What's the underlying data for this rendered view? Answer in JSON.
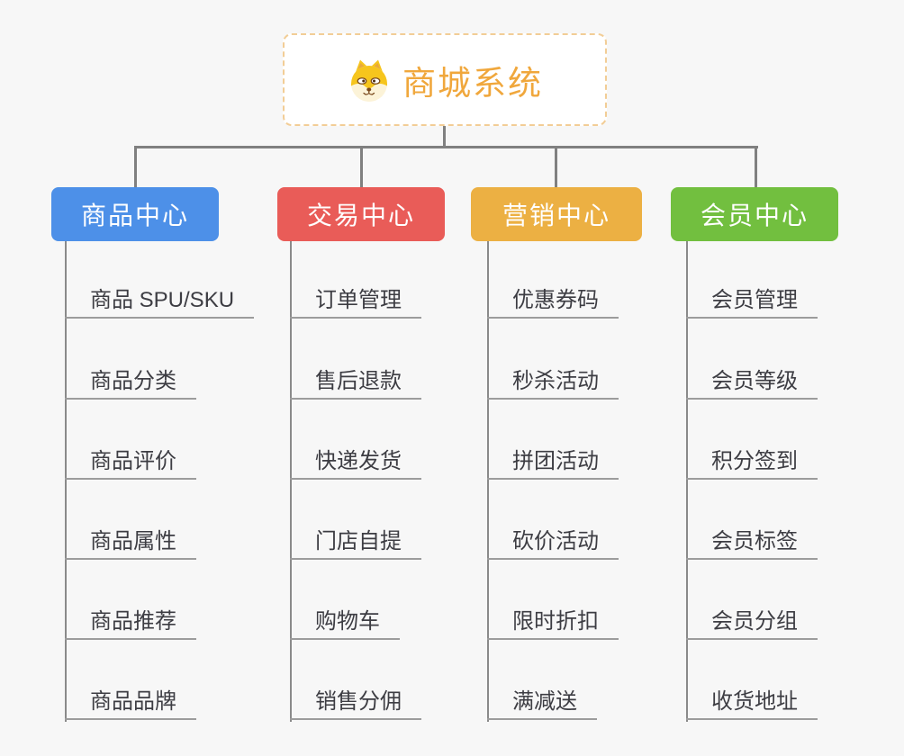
{
  "page": {
    "background_color": "#f7f7f7",
    "connector_color": "#808080"
  },
  "root": {
    "title": "商城系统",
    "icon": "dog-face-icon",
    "text_color": "#f0a73c",
    "border_color": "#f2cd96"
  },
  "branches": [
    {
      "label": "商品中心",
      "color": "#4d90e8",
      "children": [
        "商品 SPU/SKU",
        "商品分类",
        "商品评价",
        "商品属性",
        "商品推荐",
        "商品品牌"
      ]
    },
    {
      "label": "交易中心",
      "color": "#e95c58",
      "children": [
        "订单管理",
        "售后退款",
        "快递发货",
        "门店自提",
        "购物车",
        "销售分佣"
      ]
    },
    {
      "label": "营销中心",
      "color": "#ecb043",
      "children": [
        "优惠券码",
        "秒杀活动",
        "拼团活动",
        "砍价活动",
        "限时折扣",
        "满减送"
      ]
    },
    {
      "label": "会员中心",
      "color": "#72bf3f",
      "children": [
        "会员管理",
        "会员等级",
        "积分签到",
        "会员标签",
        "会员分组",
        "收货地址"
      ]
    }
  ]
}
